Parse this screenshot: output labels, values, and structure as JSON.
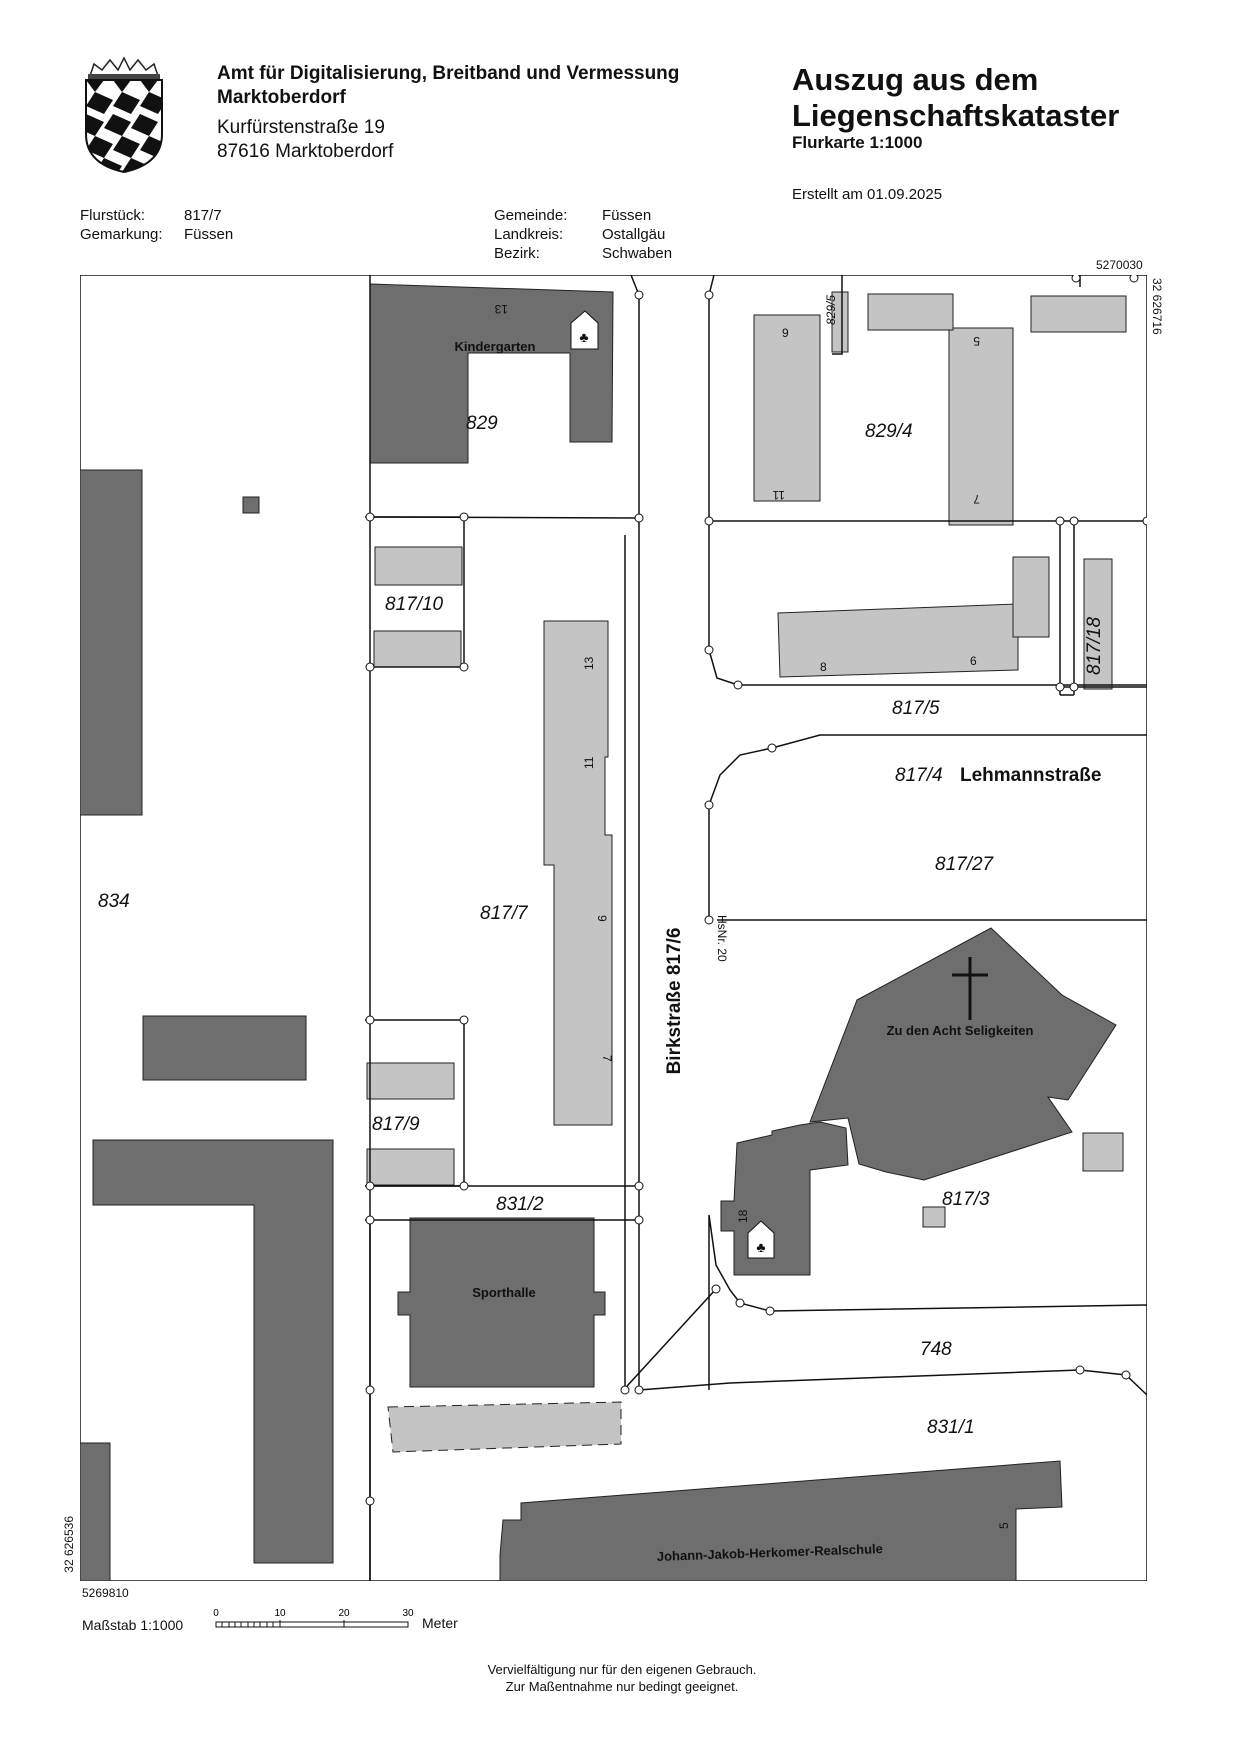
{
  "header": {
    "agency_line1": "Amt für Digitalisierung, Breitband und Vermessung",
    "agency_line2": "Marktoberdorf",
    "street": "Kurfürstenstraße 19",
    "city": "87616 Marktoberdorf",
    "title_line1": "Auszug aus dem",
    "title_line2": "Liegenschaftskataster",
    "subtitle": "Flurkarte 1:1000",
    "created": "Erstellt am 01.09.2025"
  },
  "info": {
    "flurstueck_label": "Flurstück:",
    "flurstueck_value": "817/7",
    "gemarkung_label": "Gemarkung:",
    "gemarkung_value": "Füssen",
    "gemeinde_label": "Gemeinde:",
    "gemeinde_value": "Füssen",
    "landkreis_label": "Landkreis:",
    "landkreis_value": "Ostallgäu",
    "bezirk_label": "Bezirk:",
    "bezirk_value": "Schwaben"
  },
  "coords": {
    "top_right_north": "5270030",
    "top_right_east": "32 626716",
    "bottom_left_north": "5269810",
    "bottom_left_east": "32 626536"
  },
  "map": {
    "parcels": [
      "829",
      "829/4",
      "829/5",
      "817/10",
      "817/5",
      "817/18",
      "817/4",
      "817/27",
      "834",
      "817/7",
      "817/9",
      "831/2",
      "817/3",
      "748",
      "831/1"
    ],
    "streets": [
      "Lehmannstraße",
      "Birkstraße 817/6"
    ],
    "house_numbers": [
      "13",
      "9",
      "5",
      "11",
      "7",
      "13",
      "11",
      "9",
      "7",
      "8",
      "6",
      "18",
      "5"
    ],
    "hsnr": "HsNr. 20",
    "buildings": [
      "Kindergarten",
      "Zu den Acht Seligkeiten",
      "Sporthalle",
      "Johann-Jakob-Herkomer-Realschule"
    ],
    "colors": {
      "main_building": "#6e6e6e",
      "aux_building": "#c4c4c4",
      "line": "#111111"
    }
  },
  "scale": {
    "label": "Maßstab 1:1000",
    "ticks": [
      "0",
      "10",
      "20",
      "30"
    ],
    "unit": "Meter"
  },
  "footer": {
    "line1": "Vervielfältigung nur für den eigenen Gebrauch.",
    "line2": "Zur Maßentnahme nur bedingt geeignet."
  }
}
